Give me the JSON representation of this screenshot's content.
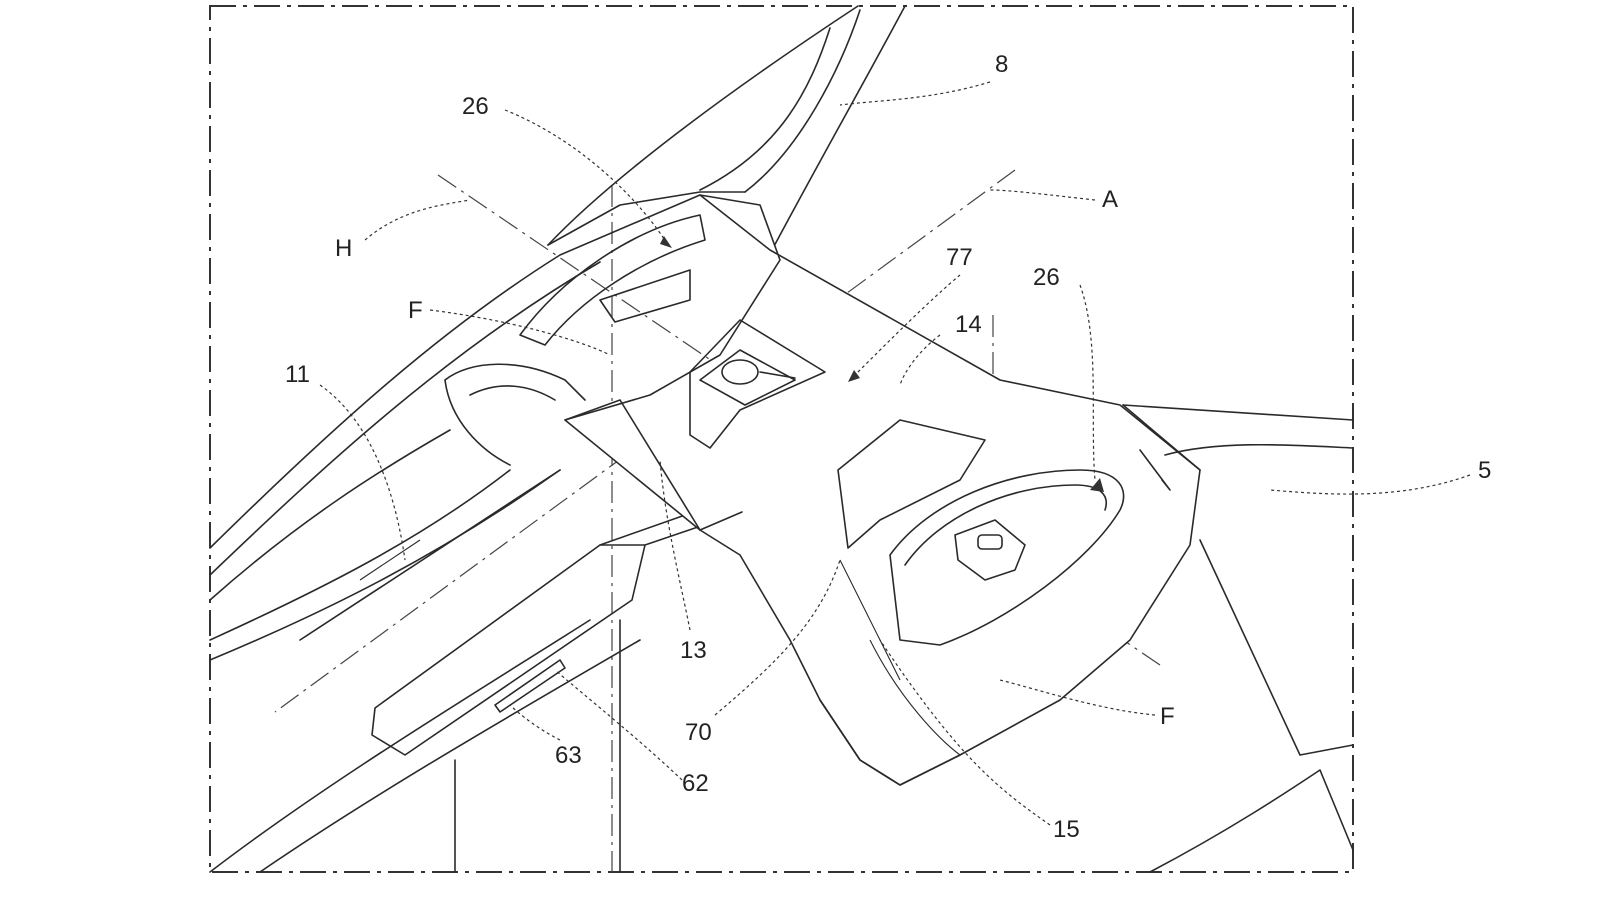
{
  "figure": {
    "labels": [
      {
        "key": "l8",
        "text": "8"
      },
      {
        "key": "l26a",
        "text": "26"
      },
      {
        "key": "lA",
        "text": "A"
      },
      {
        "key": "lH",
        "text": "H"
      },
      {
        "key": "l77",
        "text": "77"
      },
      {
        "key": "l26b",
        "text": "26"
      },
      {
        "key": "lF1",
        "text": "F"
      },
      {
        "key": "l14",
        "text": "14"
      },
      {
        "key": "l11",
        "text": "11"
      },
      {
        "key": "l5",
        "text": "5"
      },
      {
        "key": "l13",
        "text": "13"
      },
      {
        "key": "l70",
        "text": "70"
      },
      {
        "key": "lF2",
        "text": "F"
      },
      {
        "key": "l63",
        "text": "63"
      },
      {
        "key": "l62",
        "text": "62"
      },
      {
        "key": "l15",
        "text": "15"
      }
    ]
  }
}
